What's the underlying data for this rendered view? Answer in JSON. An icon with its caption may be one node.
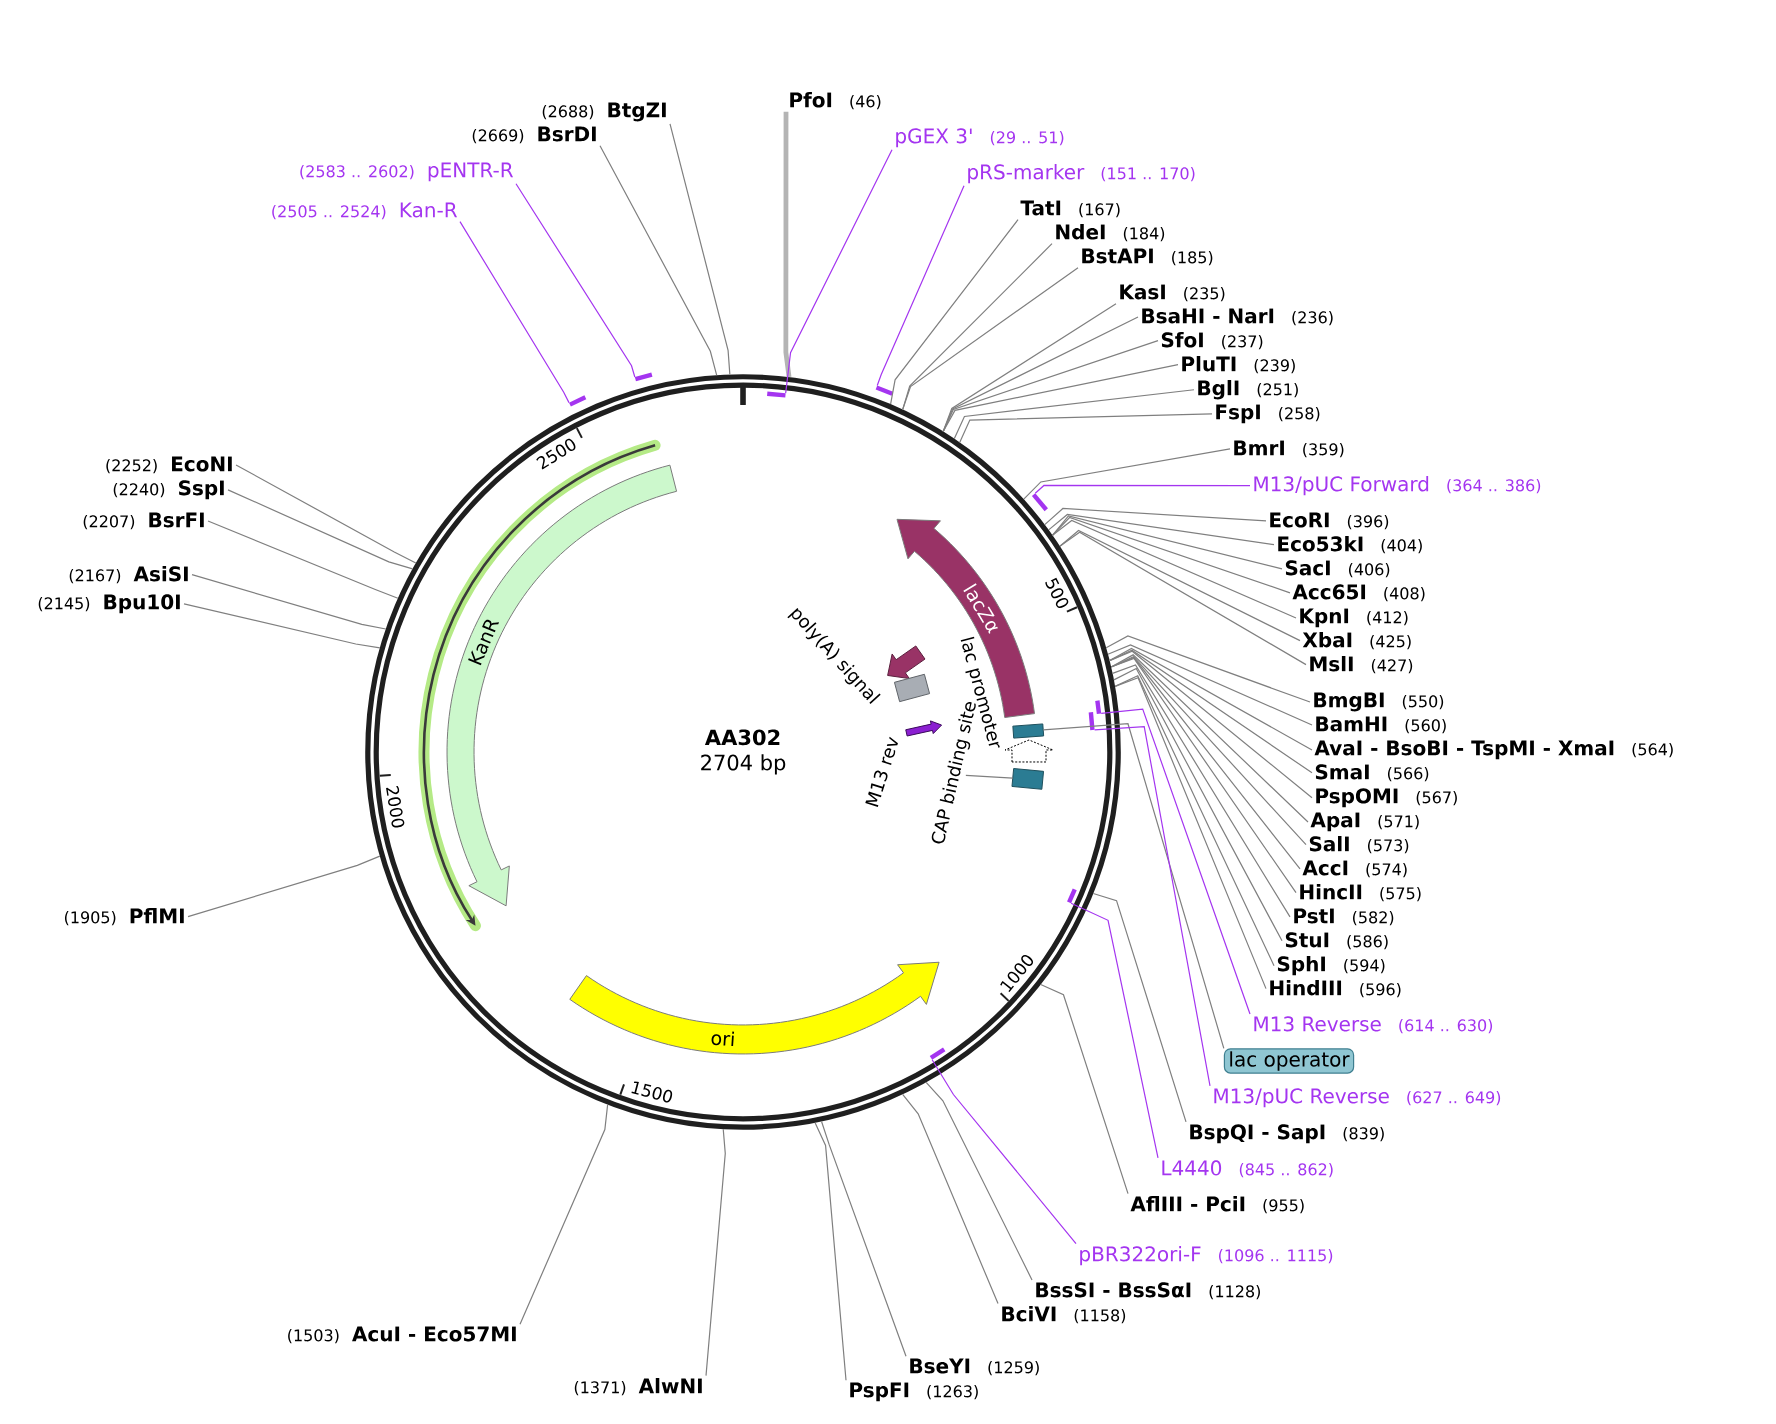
{
  "diagram": {
    "nodes": [
      {
        "text": [
          "AA302",
          "2704 bp"
        ]
      },
      {
        "text": [
          "KanR"
        ],
        "in": 0
      },
      {
        "text": [],
        "shape": "arrow",
        "in": 0
      },
      {
        "text": [
          "ori"
        ],
        "in": 0
      },
      {
        "text": [
          "lacZα"
        ],
        "in": 0
      },
      {
        "text": [
          "poly(A) signal"
        ],
        "in": 0
      },
      {
        "text": [],
        "shape": "box",
        "in": 0
      },
      {
        "text": [
          "M13 rev"
        ],
        "in": 0
      },
      {
        "text": [
          "lac promoter"
        ],
        "in": 0
      },
      {
        "text": [],
        "shape": "box",
        "in": 0
      },
      {
        "text": [],
        "shape": "box",
        "in": 0
      },
      {
        "text": [
          "CAP binding site"
        ],
        "in": 0
      },
      {
        "text": [
          "PfoI",
          "(46)"
        ]
      },
      {
        "text": [
          "pGEX 3'",
          "(29 .. 51)"
        ]
      },
      {
        "text": [],
        "shape": "bar",
        "in": 0
      },
      {
        "text": [
          "pRS-marker",
          "(151 .. 170)"
        ]
      },
      {
        "text": [],
        "shape": "bar"
      },
      {
        "text": [
          "TatI",
          "(167)"
        ]
      },
      {
        "text": [
          "NdeI",
          "(184)"
        ]
      },
      {
        "text": [
          "BstAPI",
          "(185)"
        ]
      },
      {
        "text": [
          "KasI",
          "(235)"
        ]
      },
      {
        "text": [
          "BsaHI - NarI",
          "(236)"
        ]
      },
      {
        "text": [
          "SfoI",
          "(237)"
        ]
      },
      {
        "text": [
          "PluTI",
          "(239)"
        ]
      },
      {
        "text": [
          "BglI",
          "(251)"
        ]
      },
      {
        "text": [
          "FspI",
          "(258)"
        ]
      },
      {
        "text": [
          "BmrI",
          "(359)"
        ]
      },
      {
        "text": [
          "M13/pUC Forward",
          "(364 .. 386)"
        ]
      },
      {
        "text": [],
        "shape": "bar"
      },
      {
        "text": [
          "EcoRI",
          "(396)"
        ]
      },
      {
        "text": [
          "Eco53kI",
          "(404)"
        ]
      },
      {
        "text": [
          "SacI",
          "(406)"
        ]
      },
      {
        "text": [
          "Acc65I",
          "(408)"
        ]
      },
      {
        "text": [
          "KpnI",
          "(412)"
        ]
      },
      {
        "text": [
          "XbaI",
          "(425)"
        ]
      },
      {
        "text": [
          "MslI",
          "(427)"
        ]
      },
      {
        "text": [
          "BmgBI",
          "(550)"
        ]
      },
      {
        "text": [
          "BamHI",
          "(560)"
        ]
      },
      {
        "text": [
          "AvaI - BsoBI - TspMI - XmaI",
          "(564)"
        ]
      },
      {
        "text": [
          "SmaI",
          "(566)"
        ]
      },
      {
        "text": [
          "PspOMI",
          "(567)"
        ]
      },
      {
        "text": [
          "ApaI",
          "(571)"
        ]
      },
      {
        "text": [
          "SalI",
          "(573)"
        ]
      },
      {
        "text": [
          "AccI",
          "(574)"
        ]
      },
      {
        "text": [
          "HincII",
          "(575)"
        ]
      },
      {
        "text": [
          "PstI",
          "(582)"
        ]
      },
      {
        "text": [
          "StuI",
          "(586)"
        ]
      },
      {
        "text": [
          "SphI",
          "(594)"
        ]
      },
      {
        "text": [
          "HindIII",
          "(596)"
        ]
      },
      {
        "text": [
          "M13 Reverse",
          "(614 .. 630)"
        ]
      },
      {
        "text": [],
        "shape": "bar",
        "in": 0
      },
      {
        "text": [
          "lac operator"
        ]
      },
      {
        "text": [
          "M13/pUC Reverse",
          "(627 .. 649)"
        ]
      },
      {
        "text": [],
        "shape": "bar",
        "in": 0
      },
      {
        "text": [
          "BspQI - SapI",
          "(839)"
        ]
      },
      {
        "text": [
          "L4440",
          "(845 .. 862)"
        ]
      },
      {
        "text": [],
        "shape": "bar",
        "in": 0
      },
      {
        "text": [
          "AflIII - PciI",
          "(955)"
        ]
      },
      {
        "text": [
          "pBR322ori-F",
          "(1096 .. 1115)"
        ]
      },
      {
        "text": [],
        "shape": "bar",
        "in": 0
      },
      {
        "text": [
          "BssSI - BssSαI",
          "(1128)"
        ]
      },
      {
        "text": [
          "BciVI",
          "(1158)"
        ]
      },
      {
        "text": [
          "BseYI",
          "(1259)"
        ]
      },
      {
        "text": [
          "PspFI",
          "(1263)"
        ]
      },
      {
        "text": [
          "(1371)",
          "AlwNI"
        ]
      },
      {
        "text": [
          "(1503)",
          "AcuI - Eco57MI"
        ]
      },
      {
        "text": [
          "(1905)",
          "PflMI"
        ]
      },
      {
        "text": [
          "(2145)",
          "Bpu10I"
        ]
      },
      {
        "text": [
          "(2167)",
          "AsiSI"
        ]
      },
      {
        "text": [
          "(2207)",
          "BsrFI"
        ]
      },
      {
        "text": [
          "(2240)",
          "SspI"
        ]
      },
      {
        "text": [
          "(2252)",
          "EcoNI"
        ]
      },
      {
        "text": [
          "(2505 .. 2524)",
          "Kan-R"
        ]
      },
      {
        "text": [],
        "shape": "bar"
      },
      {
        "text": [
          "(2583 .. 2602)",
          "pENTR-R"
        ]
      },
      {
        "text": [],
        "shape": "bar"
      },
      {
        "text": [
          "(2669)",
          "BsrDI"
        ]
      },
      {
        "text": [
          "(2688)",
          "BtgZI"
        ]
      }
    ],
    "edges": [
      {
        "from": 12,
        "to": 0,
        "arrow": "none",
        "style": "thick",
        "color": "#b4b4b4"
      },
      {
        "from": 13,
        "to": 14,
        "arrow": "none",
        "color": "#a435f0"
      },
      {
        "from": 15,
        "to": 16,
        "arrow": "none",
        "color": "#a435f0"
      },
      {
        "from": 17,
        "to": 0,
        "arrow": "none"
      },
      {
        "from": 18,
        "to": 0,
        "arrow": "none"
      },
      {
        "from": 19,
        "to": 0,
        "arrow": "none"
      },
      {
        "from": 20,
        "to": 0,
        "arrow": "none"
      },
      {
        "from": 21,
        "to": 0,
        "arrow": "none"
      },
      {
        "from": 22,
        "to": 0,
        "arrow": "none"
      },
      {
        "from": 23,
        "to": 0,
        "arrow": "none"
      },
      {
        "from": 24,
        "to": 0,
        "arrow": "none"
      },
      {
        "from": 25,
        "to": 0,
        "arrow": "none"
      },
      {
        "from": 26,
        "to": 0,
        "arrow": "none"
      },
      {
        "from": 27,
        "to": 28,
        "arrow": "none",
        "color": "#a435f0"
      },
      {
        "from": 29,
        "to": 0,
        "arrow": "none"
      },
      {
        "from": 30,
        "to": 0,
        "arrow": "none"
      },
      {
        "from": 31,
        "to": 0,
        "arrow": "none"
      },
      {
        "from": 32,
        "to": 0,
        "arrow": "none"
      },
      {
        "from": 33,
        "to": 0,
        "arrow": "none"
      },
      {
        "from": 34,
        "to": 0,
        "arrow": "none"
      },
      {
        "from": 35,
        "to": 0,
        "arrow": "none"
      },
      {
        "from": 36,
        "to": 0,
        "arrow": "none"
      },
      {
        "from": 37,
        "to": 0,
        "arrow": "none"
      },
      {
        "from": 38,
        "to": 0,
        "arrow": "none"
      },
      {
        "from": 39,
        "to": 0,
        "arrow": "none"
      },
      {
        "from": 40,
        "to": 0,
        "arrow": "none"
      },
      {
        "from": 41,
        "to": 0,
        "arrow": "none"
      },
      {
        "from": 42,
        "to": 0,
        "arrow": "none"
      },
      {
        "from": 43,
        "to": 0,
        "arrow": "none"
      },
      {
        "from": 44,
        "to": 0,
        "arrow": "none"
      },
      {
        "from": 45,
        "to": 0,
        "arrow": "none"
      },
      {
        "from": 46,
        "to": 0,
        "arrow": "none"
      },
      {
        "from": 47,
        "to": 0,
        "arrow": "none"
      },
      {
        "from": 48,
        "to": 0,
        "arrow": "none"
      },
      {
        "from": 49,
        "to": 50,
        "arrow": "none",
        "color": "#a435f0"
      },
      {
        "from": 51,
        "to": 9,
        "arrow": "none"
      },
      {
        "from": 52,
        "to": 53,
        "arrow": "none",
        "color": "#a435f0"
      },
      {
        "from": 54,
        "to": 0,
        "arrow": "none"
      },
      {
        "from": 55,
        "to": 56,
        "arrow": "none",
        "color": "#a435f0"
      },
      {
        "from": 57,
        "to": 0,
        "arrow": "none"
      },
      {
        "from": 58,
        "to": 59,
        "arrow": "none",
        "color": "#a435f0"
      },
      {
        "from": 60,
        "to": 0,
        "arrow": "none"
      },
      {
        "from": 61,
        "to": 0,
        "arrow": "none"
      },
      {
        "from": 62,
        "to": 0,
        "arrow": "none"
      },
      {
        "from": 63,
        "to": 0,
        "arrow": "none"
      },
      {
        "from": 64,
        "to": 0,
        "arrow": "none"
      },
      {
        "from": 65,
        "to": 0,
        "arrow": "none"
      },
      {
        "from": 66,
        "to": 0,
        "arrow": "none"
      },
      {
        "from": 67,
        "to": 0,
        "arrow": "none"
      },
      {
        "from": 68,
        "to": 0,
        "arrow": "none"
      },
      {
        "from": 69,
        "to": 0,
        "arrow": "none"
      },
      {
        "from": 70,
        "to": 0,
        "arrow": "none"
      },
      {
        "from": 71,
        "to": 0,
        "arrow": "none"
      },
      {
        "from": 72,
        "to": 73,
        "arrow": "none",
        "color": "#a435f0"
      },
      {
        "from": 74,
        "to": 75,
        "arrow": "none",
        "color": "#a435f0"
      },
      {
        "from": 76,
        "to": 0,
        "arrow": "none"
      },
      {
        "from": 77,
        "to": 0,
        "arrow": "none"
      },
      {
        "from": 11,
        "to": 10,
        "arrow": "none"
      }
    ],
    "labels": [
      "500",
      "1000",
      "1500",
      "2000",
      "2500"
    ]
  }
}
